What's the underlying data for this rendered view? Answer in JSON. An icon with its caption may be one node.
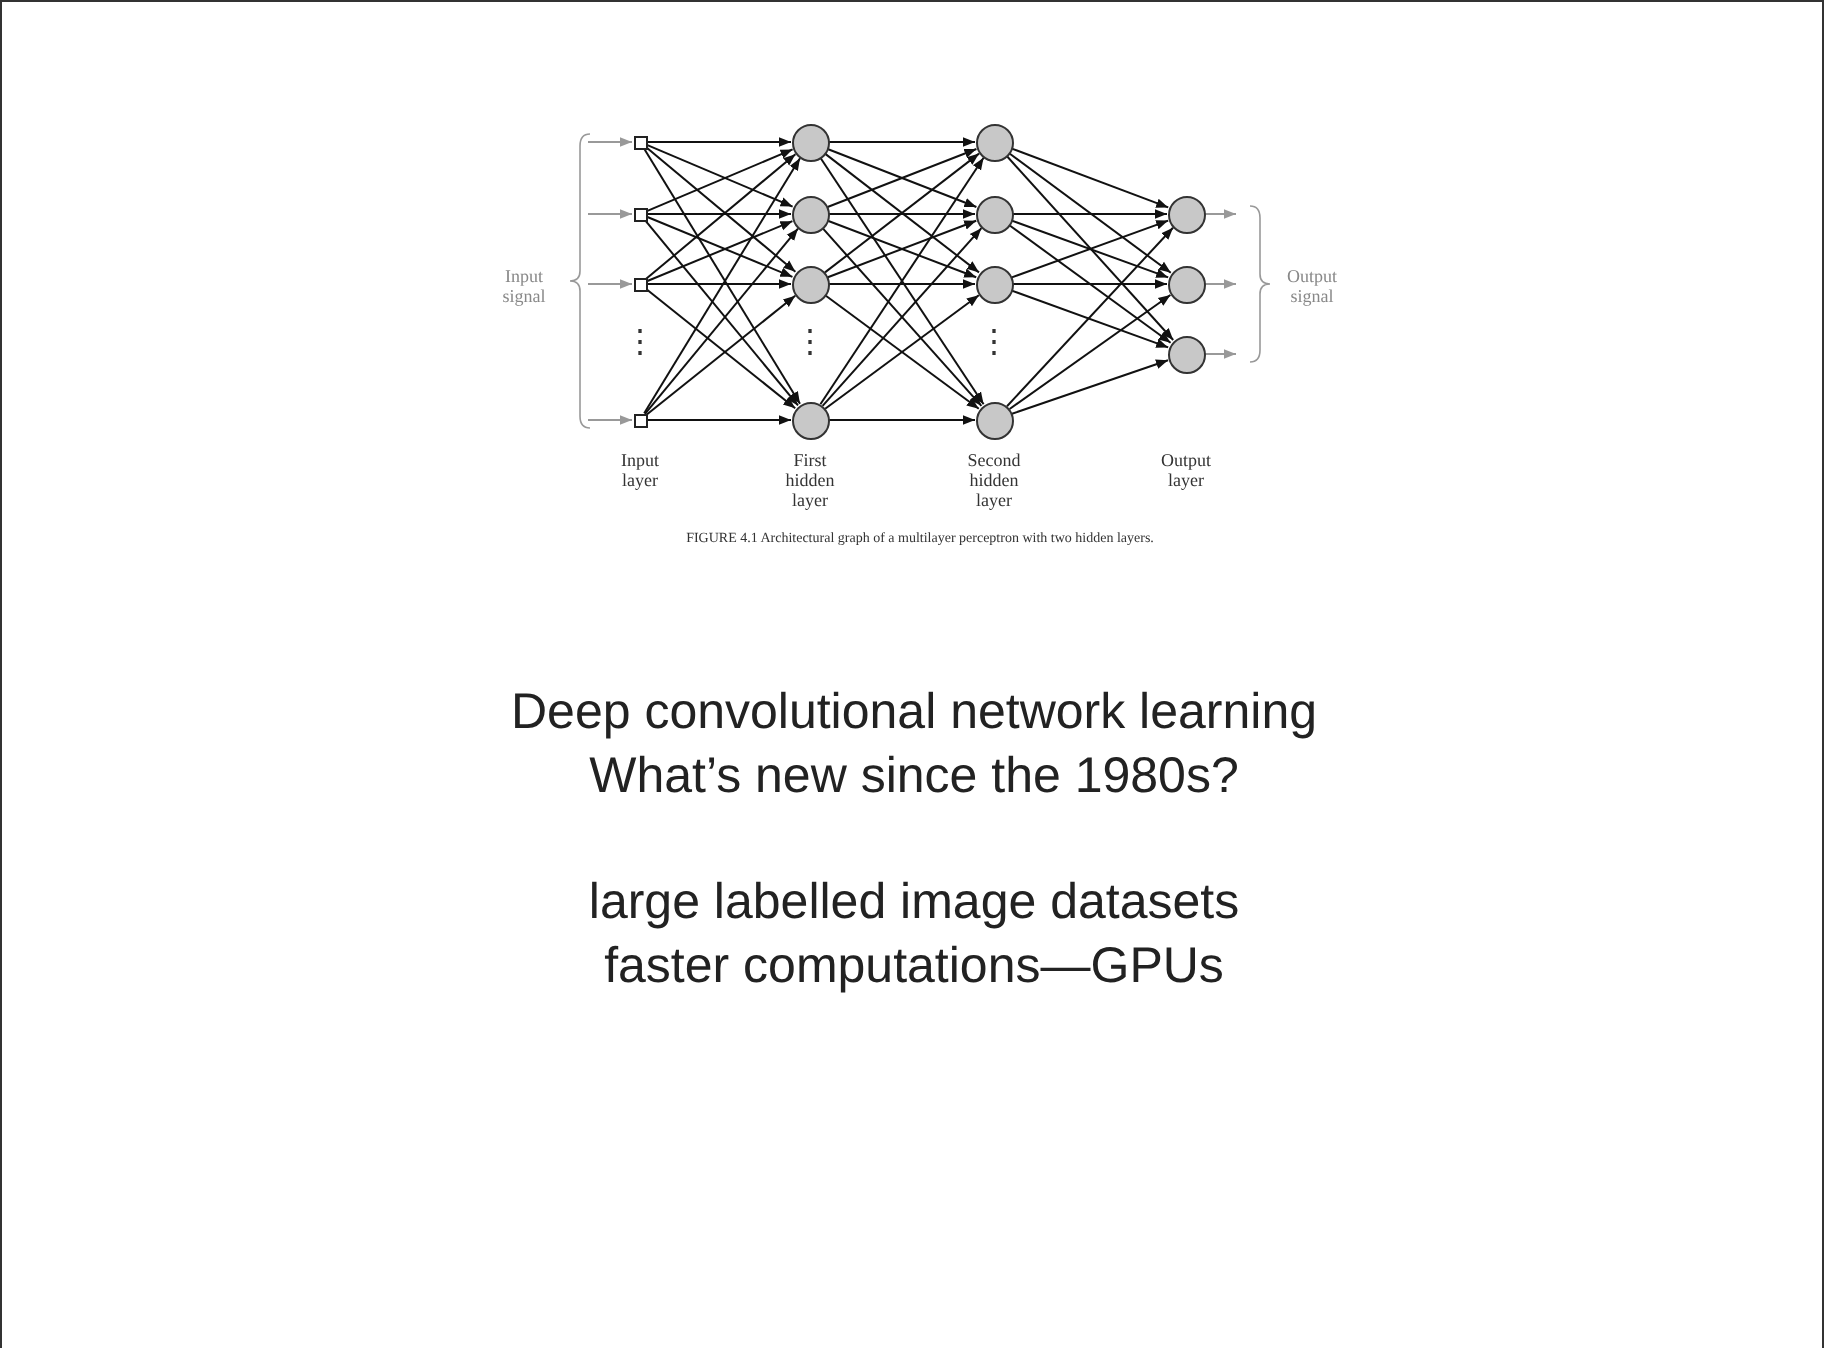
{
  "diagram": {
    "title": "Deep convolutional network learning",
    "caption": "FIGURE 4.1 Architectural graph of a multilayer perceptron with two hidden layers.",
    "nodes": [
      {
        "text": [],
        "shape": "box"
      },
      {
        "text": [],
        "shape": "box"
      },
      {
        "text": [],
        "shape": "box"
      },
      {
        "text": [],
        "shape": "box"
      },
      {
        "text": [],
        "shape": "circle"
      },
      {
        "text": [],
        "shape": "circle"
      },
      {
        "text": [],
        "shape": "circle"
      },
      {
        "text": [],
        "shape": "circle"
      },
      {
        "text": [],
        "shape": "circle"
      },
      {
        "text": [],
        "shape": "circle"
      },
      {
        "text": [],
        "shape": "circle"
      },
      {
        "text": [],
        "shape": "circle"
      },
      {
        "text": [],
        "shape": "circle"
      },
      {
        "text": [],
        "shape": "circle"
      },
      {
        "text": [],
        "shape": "circle"
      }
    ],
    "edges": [
      {
        "from": null,
        "to": 0,
        "arrow": "to",
        "color": "#999999"
      },
      {
        "from": null,
        "to": 1,
        "arrow": "to",
        "color": "#999999"
      },
      {
        "from": null,
        "to": 2,
        "arrow": "to",
        "color": "#999999"
      },
      {
        "from": null,
        "to": 3,
        "arrow": "to",
        "color": "#999999"
      },
      {
        "from": 0,
        "to": 4,
        "arrow": "to"
      },
      {
        "from": 0,
        "to": 5,
        "arrow": "to"
      },
      {
        "from": 0,
        "to": 6,
        "arrow": "to"
      },
      {
        "from": 0,
        "to": 7,
        "arrow": "to"
      },
      {
        "from": 1,
        "to": 4,
        "arrow": "to"
      },
      {
        "from": 1,
        "to": 5,
        "arrow": "to"
      },
      {
        "from": 1,
        "to": 6,
        "arrow": "to"
      },
      {
        "from": 1,
        "to": 7,
        "arrow": "to"
      },
      {
        "from": 2,
        "to": 4,
        "arrow": "to"
      },
      {
        "from": 2,
        "to": 5,
        "arrow": "to"
      },
      {
        "from": 2,
        "to": 6,
        "arrow": "to"
      },
      {
        "from": 2,
        "to": 7,
        "arrow": "to"
      },
      {
        "from": 3,
        "to": 4,
        "arrow": "to"
      },
      {
        "from": 3,
        "to": 5,
        "arrow": "to"
      },
      {
        "from": 3,
        "to": 6,
        "arrow": "to"
      },
      {
        "from": 3,
        "to": 7,
        "arrow": "to"
      },
      {
        "from": 4,
        "to": 8,
        "arrow": "to"
      },
      {
        "from": 4,
        "to": 9,
        "arrow": "to"
      },
      {
        "from": 4,
        "to": 10,
        "arrow": "to"
      },
      {
        "from": 4,
        "to": 11,
        "arrow": "to"
      },
      {
        "from": 5,
        "to": 8,
        "arrow": "to"
      },
      {
        "from": 5,
        "to": 9,
        "arrow": "to"
      },
      {
        "from": 5,
        "to": 10,
        "arrow": "to"
      },
      {
        "from": 5,
        "to": 11,
        "arrow": "to"
      },
      {
        "from": 6,
        "to": 8,
        "arrow": "to"
      },
      {
        "from": 6,
        "to": 9,
        "arrow": "to"
      },
      {
        "from": 6,
        "to": 10,
        "arrow": "to"
      },
      {
        "from": 6,
        "to": 11,
        "arrow": "to"
      },
      {
        "from": 7,
        "to": 8,
        "arrow": "to"
      },
      {
        "from": 7,
        "to": 9,
        "arrow": "to"
      },
      {
        "from": 7,
        "to": 10,
        "arrow": "to"
      },
      {
        "from": 7,
        "to": 11,
        "arrow": "to"
      },
      {
        "from": 8,
        "to": 12,
        "arrow": "to"
      },
      {
        "from": 8,
        "to": 13,
        "arrow": "to"
      },
      {
        "from": 8,
        "to": 14,
        "arrow": "to"
      },
      {
        "from": 9,
        "to": 12,
        "arrow": "to"
      },
      {
        "from": 9,
        "to": 13,
        "arrow": "to"
      },
      {
        "from": 9,
        "to": 14,
        "arrow": "to"
      },
      {
        "from": 10,
        "to": 12,
        "arrow": "to"
      },
      {
        "from": 10,
        "to": 13,
        "arrow": "to"
      },
      {
        "from": 10,
        "to": 14,
        "arrow": "to"
      },
      {
        "from": 11,
        "to": 12,
        "arrow": "to"
      },
      {
        "from": 11,
        "to": 13,
        "arrow": "to"
      },
      {
        "from": 11,
        "to": 14,
        "arrow": "to"
      },
      {
        "from": 12,
        "to": null,
        "arrow": "to",
        "color": "#999999"
      },
      {
        "from": 13,
        "to": null,
        "arrow": "to",
        "color": "#999999"
      },
      {
        "from": 14,
        "to": null,
        "arrow": "to",
        "color": "#999999"
      }
    ],
    "labels": [
      "Input signal",
      "Output signal",
      "⋮",
      "⋮",
      "⋮",
      "Input layer",
      "First hidden layer",
      "Second hidden layer",
      "Output layer",
      "What’s new since the 1980s?",
      "large labelled image datasets",
      "faster computations—GPUs"
    ]
  }
}
